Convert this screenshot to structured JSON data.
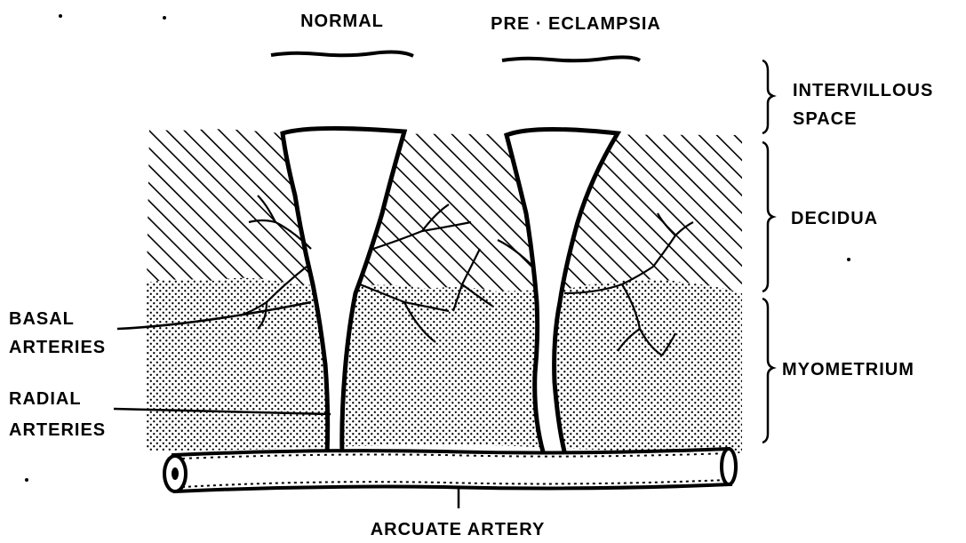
{
  "headers": {
    "normal": "NORMAL",
    "pre_eclampsia": "PRE · ECLAMPSIA"
  },
  "right_labels": {
    "intervillous_line1": "INTERVILLOUS",
    "intervillous_line2": "SPACE",
    "decidua": "DECIDUA",
    "myometrium": "MYOMETRIUM"
  },
  "left_labels": {
    "basal_line1": "BASAL",
    "basal_line2": "ARTERIES",
    "radial_line1": "RADIAL",
    "radial_line2": "ARTERIES"
  },
  "bottom_label": "ARCUATE ARTERY"
}
